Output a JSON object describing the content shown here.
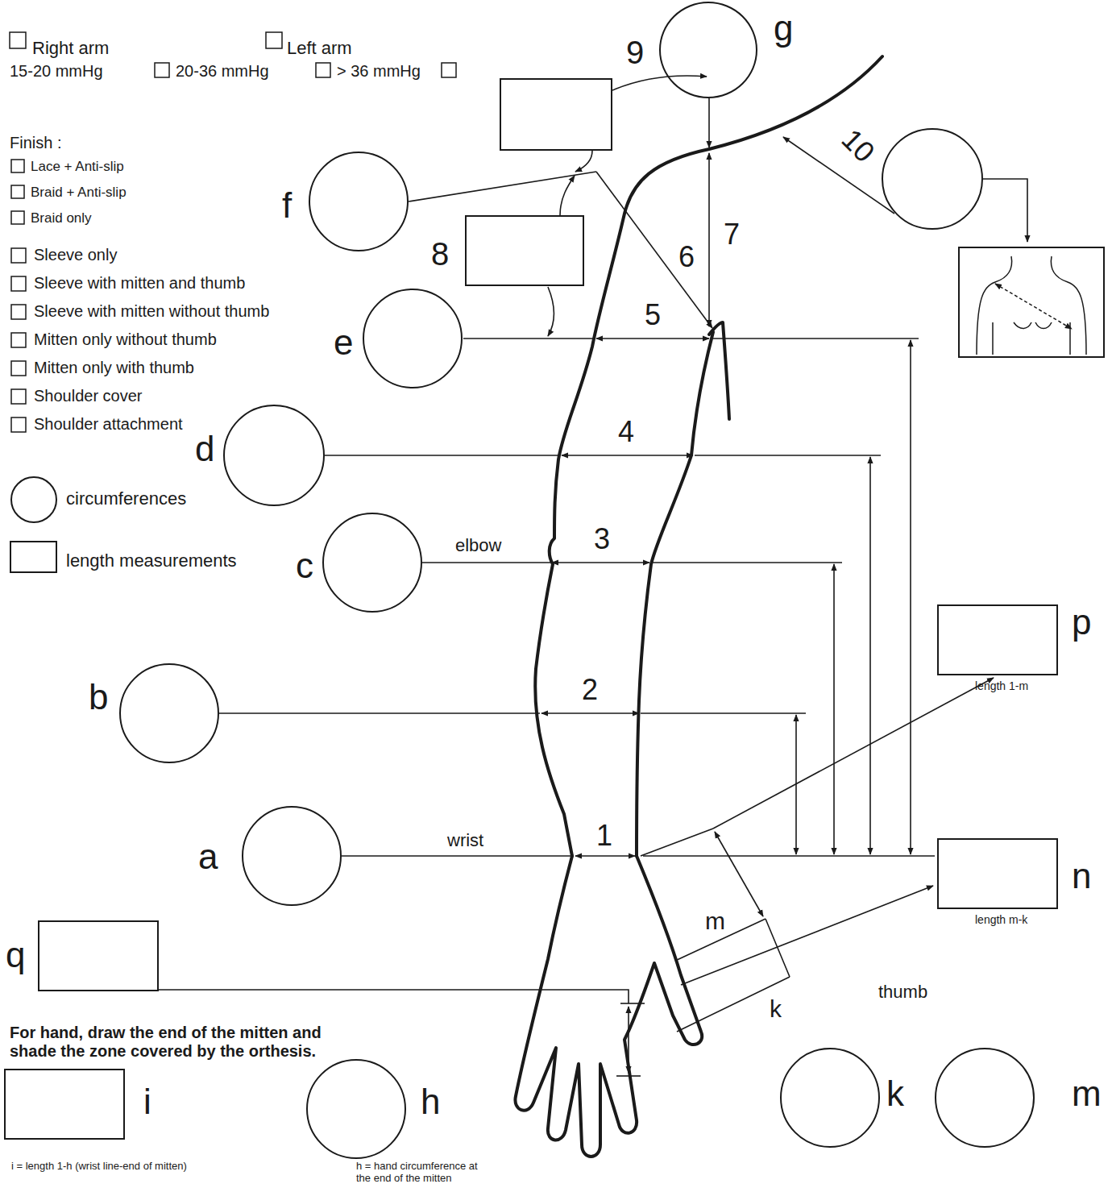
{
  "diagram": {
    "nodes": [
      {
        "text": [
          "g"
        ]
      },
      {
        "text": [
          "9"
        ]
      },
      {
        "text": [
          "f"
        ]
      },
      {
        "text": [
          "8"
        ]
      },
      {
        "text": [
          "e"
        ]
      },
      {
        "text": [
          "d"
        ]
      },
      {
        "text": [
          "c"
        ]
      },
      {
        "text": [
          "b"
        ]
      },
      {
        "text": [
          "p",
          "length 1-m"
        ]
      },
      {
        "text": [
          "a"
        ]
      },
      {
        "text": [
          "n",
          "length m-k"
        ]
      },
      {
        "text": [
          "q"
        ]
      },
      {
        "text": [
          "i",
          "i = length 1-h (wrist line-end of mitten)"
        ]
      },
      {
        "text": [
          "h",
          "h = hand circumference at the end of the mitten"
        ]
      },
      {
        "text": [
          "k"
        ]
      },
      {
        "text": [
          "m"
        ]
      }
    ],
    "labels": [
      "Right arm",
      "Left arm",
      "15-20 mmHg",
      "20-36 mmHg",
      "> 36 mmHg",
      "Finish :",
      "Lace + Anti-slip",
      "Braid + Anti-slip",
      "Braid only",
      "Sleeve only",
      "Sleeve with mitten and thumb",
      "Sleeve with mitten without thumb",
      "Mitten only without thumb",
      "Mitten only with thumb",
      "Shoulder cover",
      "Shoulder attachment",
      "1",
      "2",
      "3",
      "4",
      "5",
      "6",
      "7",
      "10",
      "elbow",
      "wrist",
      "m",
      "k",
      "thumb",
      "For hand, draw the end of the mitten and shade the zone covered by the orthesis."
    ],
    "legend": [
      {
        "text": "circumferences"
      },
      {
        "text": "length measurements"
      }
    ]
  }
}
